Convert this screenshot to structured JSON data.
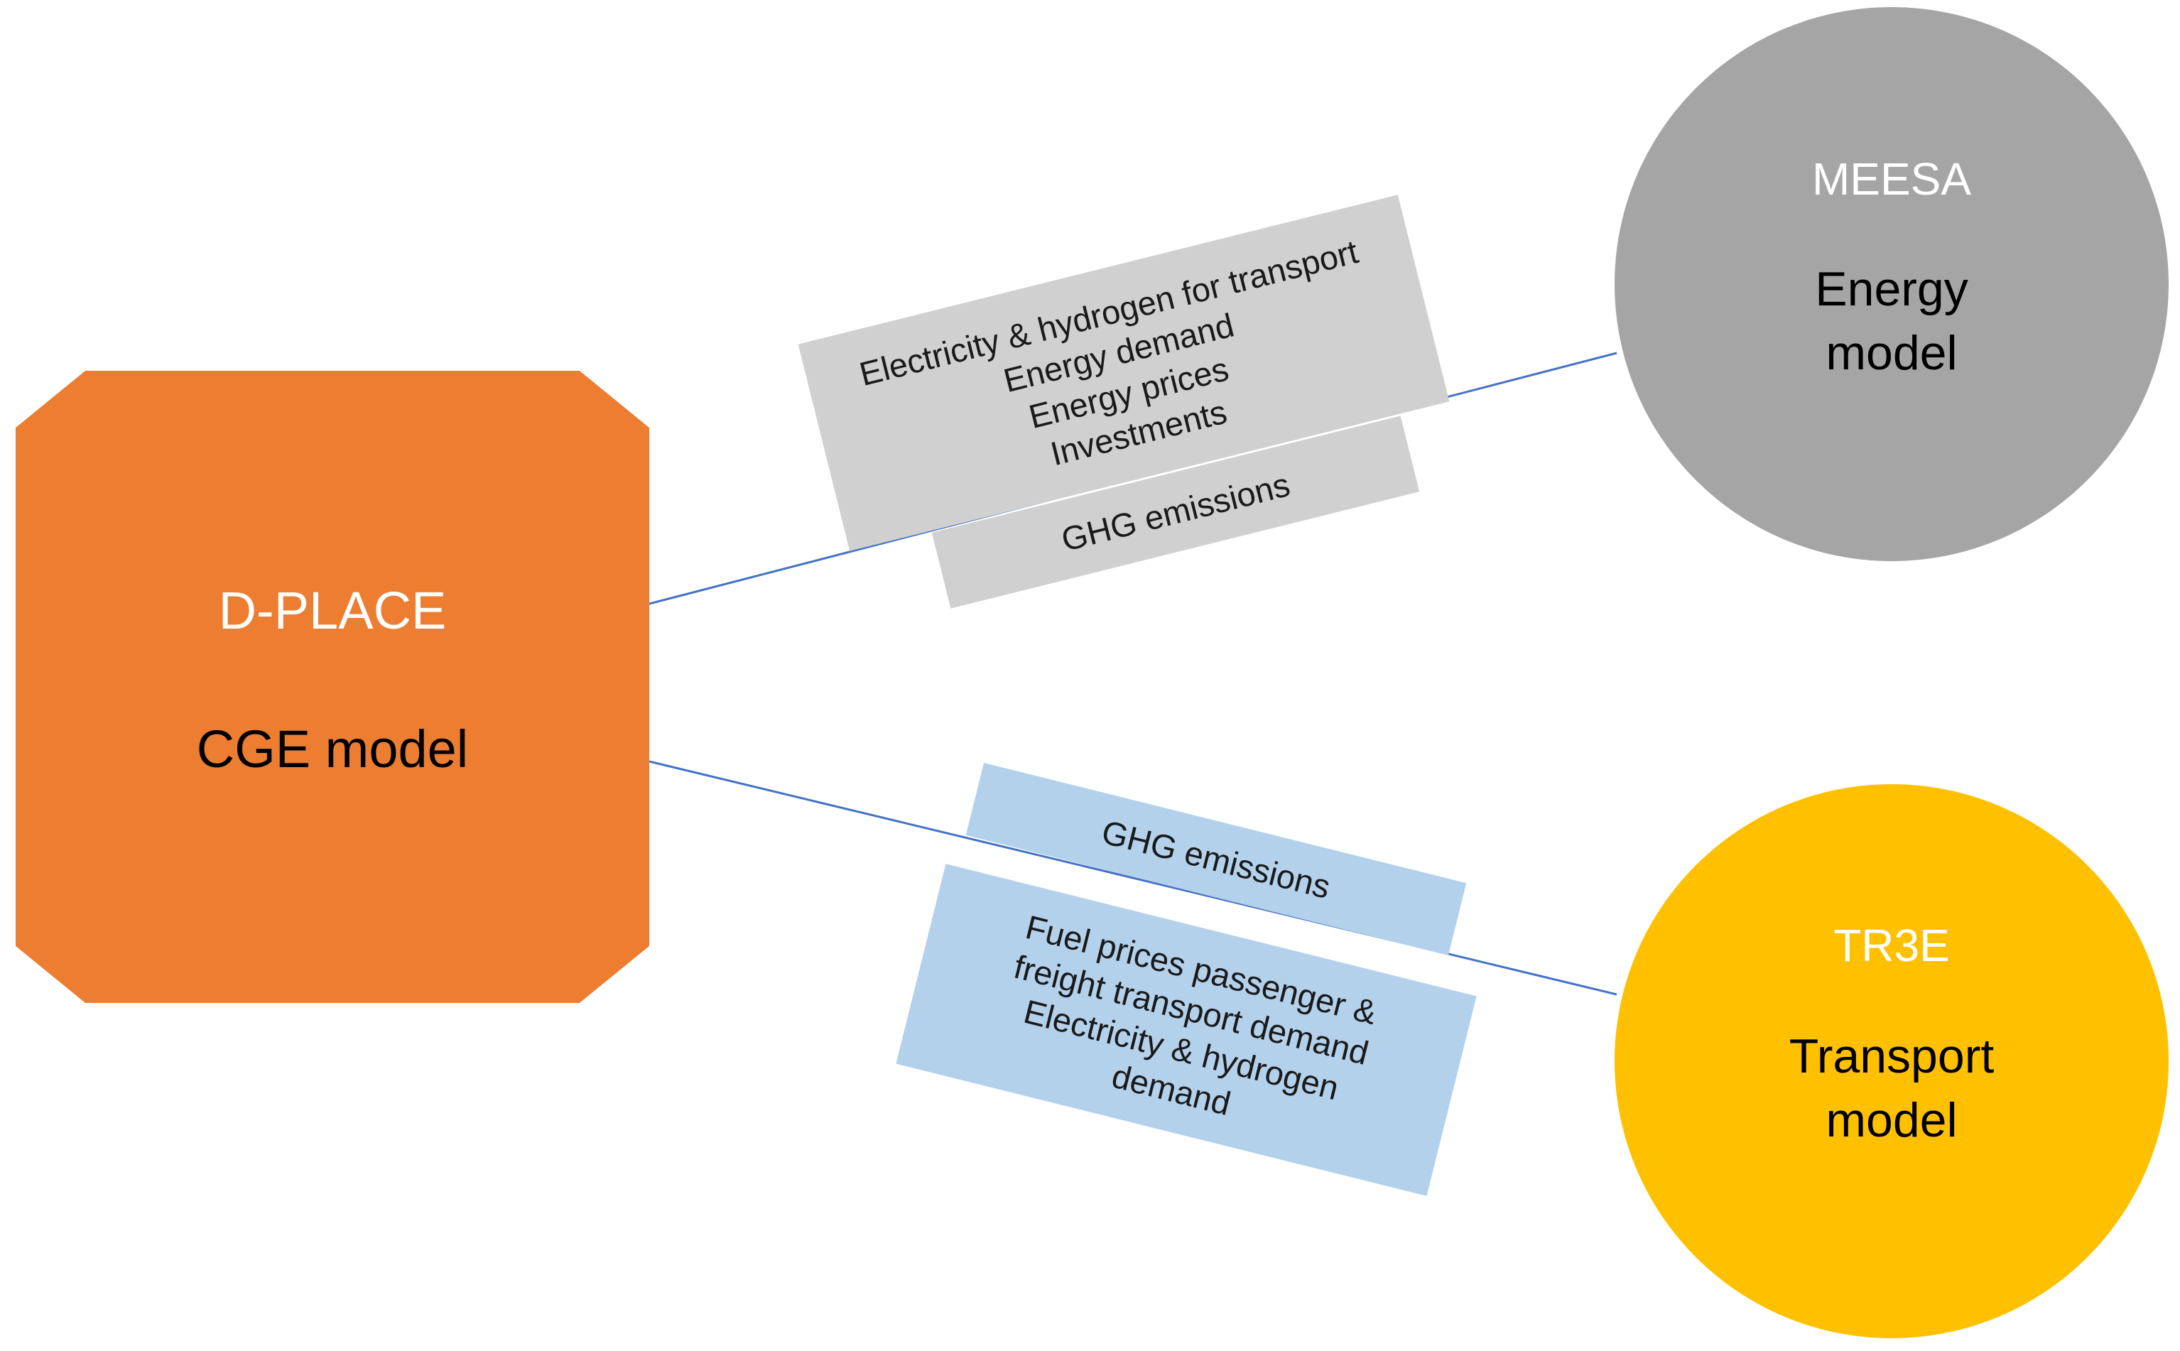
{
  "nodes": {
    "cge": {
      "name": "D-PLACE",
      "type": "CGE model"
    },
    "energy": {
      "name": "MEESA",
      "type_lines": [
        "Energy",
        "model"
      ]
    },
    "transport": {
      "name": "TR3E",
      "type_lines": [
        "Transport",
        "model"
      ]
    }
  },
  "flows": {
    "energy_to_cge": [
      "Electricity & hydrogen for transport",
      "Energy demand",
      "Energy prices",
      "Investments"
    ],
    "cge_to_energy": "GHG emissions",
    "transport_to_cge": "GHG emissions",
    "cge_to_transport": [
      "Fuel prices passenger &",
      "freight transport demand",
      "Electricity & hydrogen",
      "demand"
    ]
  },
  "colors": {
    "cge": "#ED7D31",
    "energy": "#A5A5A5",
    "transport": "#FFC000",
    "connector": "#4472C4",
    "label_grey": "#D0D0D0",
    "label_blue": "#B4D1EC"
  }
}
